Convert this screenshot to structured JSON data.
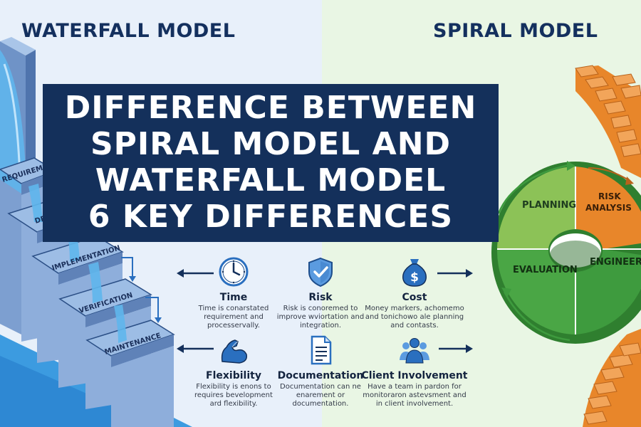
{
  "headings": {
    "left": "WATERFALL MODEL",
    "right": "SPIRAL MODEL"
  },
  "banner": {
    "lines": [
      "DIFFERENCE BETWEEN",
      "SPIRAL MODEL AND",
      "WATERFALL MODEL",
      "6 KEY DIFFERENCES"
    ]
  },
  "waterfall": {
    "steps": [
      "REQUIREMENTS",
      "DESIGN",
      "IMPLEMENTATION",
      "VERIFICATION",
      "MAINTENANCE"
    ]
  },
  "spiral": {
    "quadrants": [
      "PLANNING",
      "RISK",
      "ANALYSIS",
      "EVALUATION",
      "ENGINEERING"
    ]
  },
  "differences": [
    {
      "icon": "clock-icon",
      "title": "Time",
      "desc": [
        "Time is conarstated",
        "requirement and",
        "processervally."
      ]
    },
    {
      "icon": "shield-check-icon",
      "title": "Risk",
      "desc": [
        "Risk is conoremed to",
        "improve wviortation and",
        "integration."
      ]
    },
    {
      "icon": "money-bag-icon",
      "title": "Cost",
      "desc": [
        "Money markers, achomemo",
        "and tonichowo ale planning",
        "and contasts."
      ]
    },
    {
      "icon": "flexed-arm-icon",
      "title": "Flexibility",
      "desc": [
        "Flexibility is enons to",
        "requires bevelopment",
        "ard flexibility."
      ]
    },
    {
      "icon": "document-icon",
      "title": "Documentation",
      "desc": [
        "Documentation can ne",
        "enarement or",
        "documentation."
      ]
    },
    {
      "icon": "team-icon",
      "title": "Client Involvement",
      "desc": [
        "Have a team in pardon for",
        "monitoraron astevsment and",
        "in client involvement."
      ]
    }
  ],
  "colors": {
    "navy": "#14305b",
    "water": "#3fa3e0",
    "stairs": "#8fb4de",
    "spiral_orange": "#e8862a",
    "spiral_light_green": "#8cc257",
    "spiral_dark_green": "#3e9b3e",
    "icon_blue": "#2a6fbf"
  }
}
